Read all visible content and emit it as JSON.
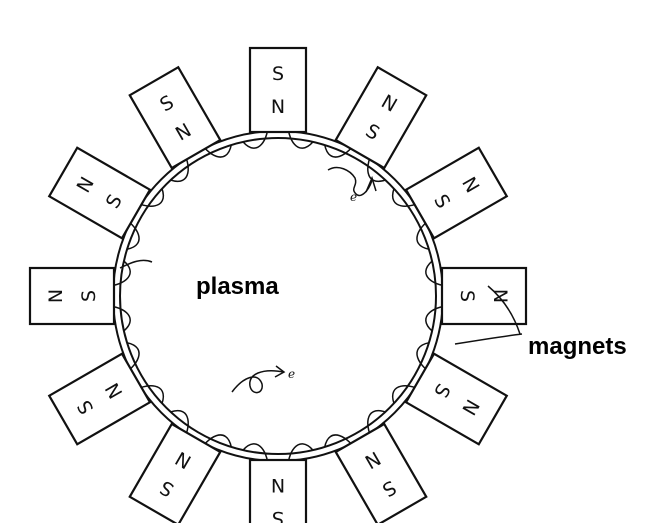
{
  "labels": {
    "plasma": "plasma",
    "magnets": "magnets",
    "electron": "e"
  },
  "magnets": [
    {
      "outer": "S",
      "inner": "N"
    },
    {
      "outer": "N",
      "inner": "S"
    },
    {
      "outer": "N",
      "inner": "S"
    },
    {
      "outer": "N",
      "inner": "S"
    },
    {
      "outer": "N",
      "inner": "S"
    },
    {
      "outer": "S",
      "inner": "N"
    },
    {
      "outer": "S",
      "inner": "N"
    },
    {
      "outer": "S",
      "inner": "N"
    },
    {
      "outer": "S",
      "inner": "N"
    },
    {
      "outer": "N",
      "inner": "S"
    },
    {
      "outer": "N",
      "inner": "S"
    },
    {
      "outer": "S",
      "inner": "N"
    }
  ],
  "colors": {
    "ink": "#111111",
    "background": "#ffffff"
  }
}
